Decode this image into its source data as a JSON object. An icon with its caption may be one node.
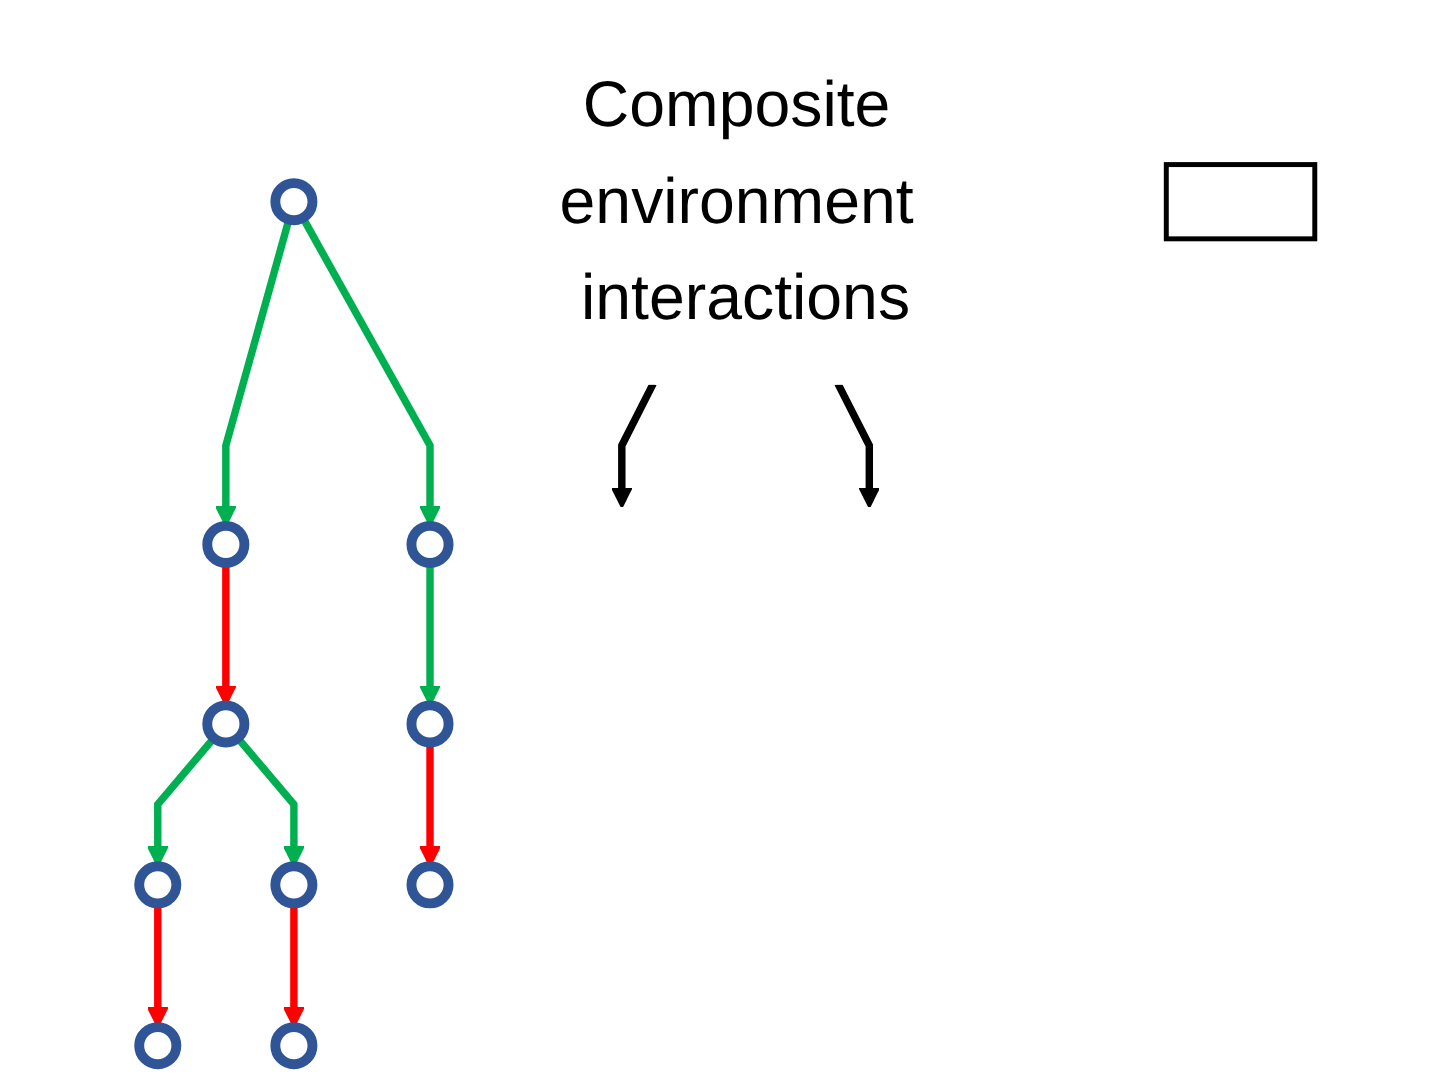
{
  "diagram": {
    "nodes": [
      {
        "text": [],
        "shape": "circle"
      },
      {
        "text": [],
        "shape": "circle"
      },
      {
        "text": [],
        "shape": "circle"
      },
      {
        "text": [],
        "shape": "circle"
      },
      {
        "text": [],
        "shape": "circle"
      },
      {
        "text": [],
        "shape": "circle"
      },
      {
        "text": [],
        "shape": "circle"
      },
      {
        "text": [],
        "shape": "circle"
      },
      {
        "text": [],
        "shape": "circle"
      },
      {
        "text": [],
        "shape": "circle"
      },
      {
        "text": [
          "Composite environment interactions"
        ]
      },
      {
        "text": [],
        "shape": "box"
      }
    ],
    "edges": [
      {
        "from": 0,
        "to": 1,
        "arrow": "to",
        "color": "#00b050"
      },
      {
        "from": 0,
        "to": 2,
        "arrow": "to",
        "color": "#00b050"
      },
      {
        "from": 1,
        "to": 3,
        "arrow": "to",
        "color": "#ff0000"
      },
      {
        "from": 2,
        "to": 4,
        "arrow": "to",
        "color": "#00b050"
      },
      {
        "from": 3,
        "to": 5,
        "arrow": "to",
        "color": "#00b050"
      },
      {
        "from": 3,
        "to": 6,
        "arrow": "to",
        "color": "#00b050"
      },
      {
        "from": 4,
        "to": 7,
        "arrow": "to",
        "color": "#ff0000"
      },
      {
        "from": 5,
        "to": 8,
        "arrow": "to",
        "color": "#ff0000"
      },
      {
        "from": 6,
        "to": 9,
        "arrow": "to",
        "color": "#ff0000"
      },
      {
        "from": 10,
        "to": null,
        "arrow": "to",
        "color": "#000000"
      },
      {
        "from": 10,
        "to": null,
        "arrow": "to",
        "color": "#000000"
      }
    ]
  }
}
